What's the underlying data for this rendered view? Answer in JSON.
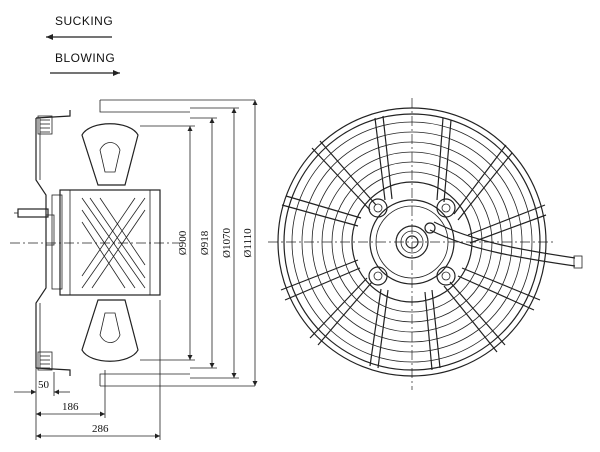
{
  "direction": {
    "sucking_label": "SUCKING",
    "blowing_label": "BLOWING"
  },
  "dimensions": {
    "d900": "Ø900",
    "d918": "Ø918",
    "d1070": "Ø1070",
    "d1110": "Ø1110",
    "w50": "50",
    "w186": "186",
    "w286": "286"
  },
  "colors": {
    "line": "#222222",
    "background": "#ffffff"
  }
}
